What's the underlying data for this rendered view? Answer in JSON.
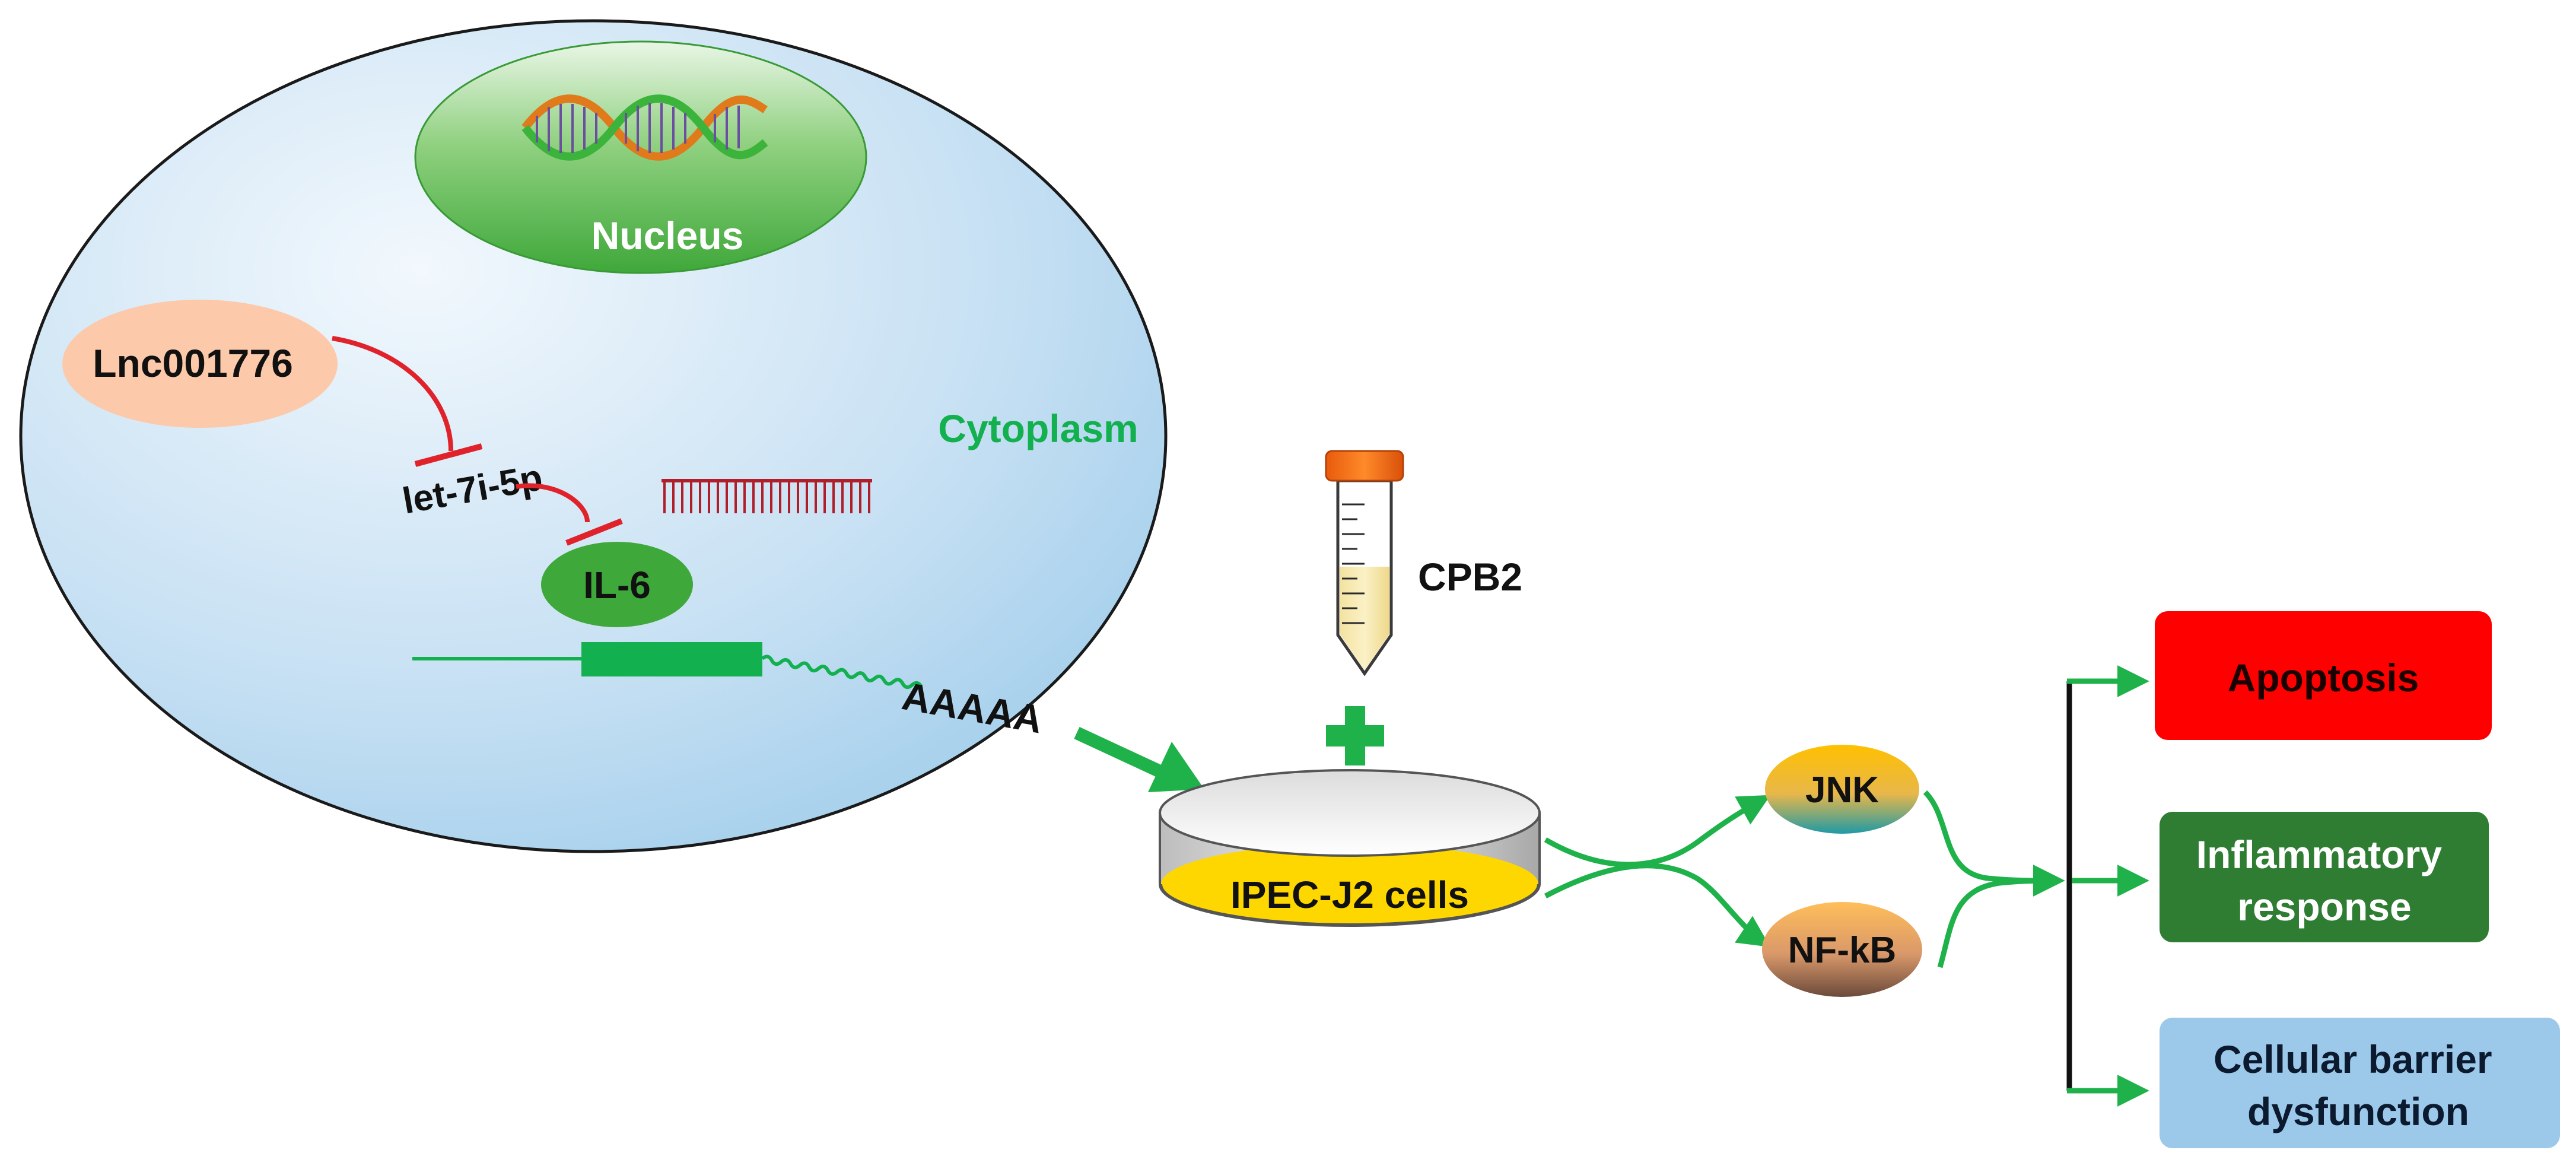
{
  "cell": {
    "nucleus_label": "Nucleus",
    "cytoplasm_label": "Cytoplasm",
    "lnc_label": "Lnc001776",
    "mirna_label": "let-7i-5p",
    "il6_label": "IL-6",
    "polya_label": "AAAAA"
  },
  "treatment": {
    "tube_label": "CPB2",
    "dish_label": "IPEC-J2 cells"
  },
  "pathways": {
    "jnk_label": "JNK",
    "nfkb_label": "NF-kB"
  },
  "outcomes": [
    {
      "label_lines": [
        "Apoptosis"
      ],
      "color": "#ff0000",
      "text_color": "#1a0000"
    },
    {
      "label_lines": [
        "Inflammatory",
        "response"
      ],
      "color": "#2e7d32",
      "text_color": "#ffffff"
    },
    {
      "label_lines": [
        "Cellular  barrier",
        "dysfunction"
      ],
      "color": "#9cc8ea",
      "text_color": "#0b1a2e"
    }
  ],
  "colors": {
    "arrow_green": "#1fb24a",
    "inhibit_red": "#e0232b",
    "cytoplasm_text": "#12b04e"
  }
}
